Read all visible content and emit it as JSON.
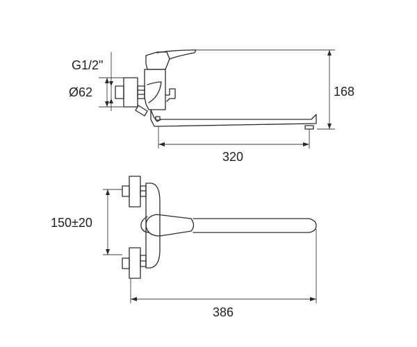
{
  "drawing": {
    "title": "Wall-mounted faucet dimensional drawing",
    "side_view": {
      "labels": {
        "thread": "G1/2\"",
        "diameter": "Ø62",
        "height": "168",
        "spout_reach": "320"
      }
    },
    "top_view": {
      "labels": {
        "inlet_spacing": "150±20",
        "total_length": "386"
      }
    },
    "colors": {
      "line": "#2a2a2a",
      "background": "#ffffff"
    }
  }
}
